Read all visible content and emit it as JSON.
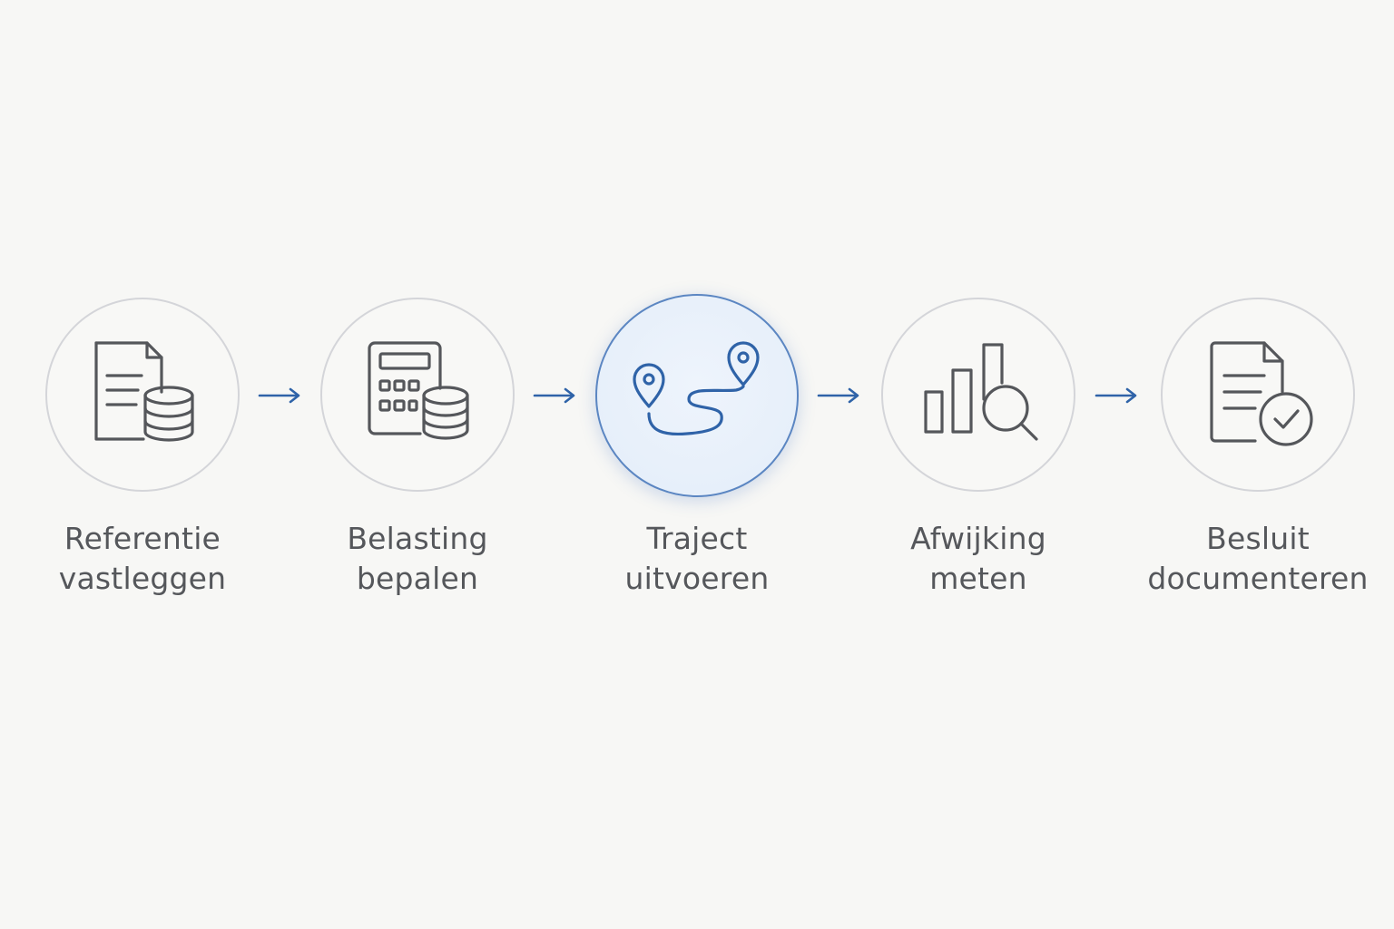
{
  "steps": [
    {
      "line1": "Referentie",
      "line2": "vastleggen",
      "icon": "document-database-icon",
      "active": false
    },
    {
      "line1": "Belasting",
      "line2": "bepalen",
      "icon": "calculator-database-icon",
      "active": false
    },
    {
      "line1": "Traject",
      "line2": "uitvoeren",
      "icon": "route-pins-icon",
      "active": true
    },
    {
      "line1": "Afwijking",
      "line2": "meten",
      "icon": "bar-chart-magnifier-icon",
      "active": false
    },
    {
      "line1": "Besluit",
      "line2": "documenteren",
      "icon": "document-check-icon",
      "active": false
    }
  ],
  "colors": {
    "accent": "#2f63a8",
    "icon_stroke": "#55575b",
    "circle_border": "#d4d5d9",
    "active_border": "#5b86c2",
    "background": "#f7f7f5"
  }
}
